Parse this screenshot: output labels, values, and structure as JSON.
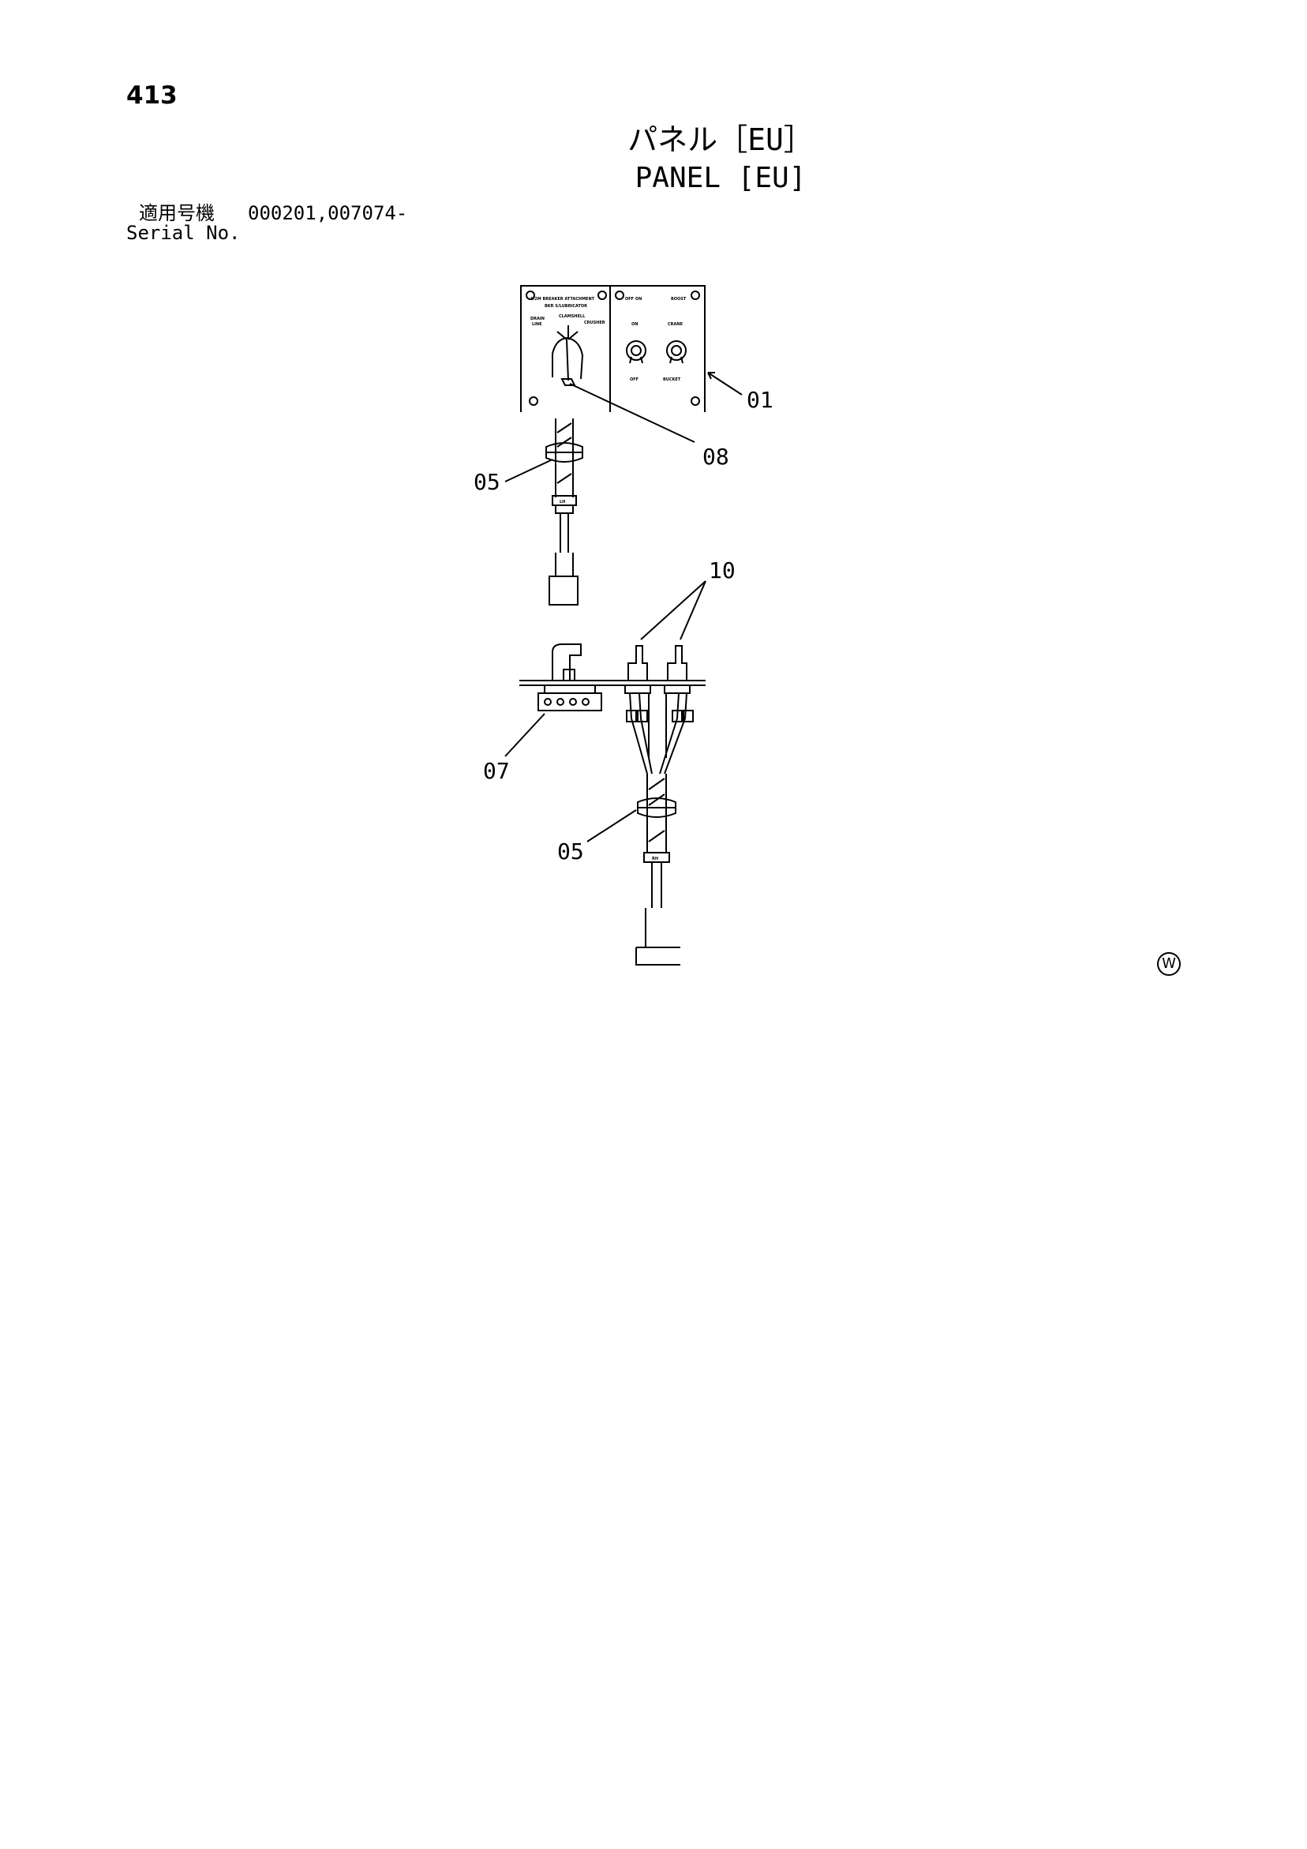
{
  "page_number": "413",
  "title_jp": "パネル［EU］",
  "title_en": "PANEL [EU]",
  "serial": {
    "label_jp": "適用号機",
    "value": "000201,007074-",
    "label_en": "Serial No."
  },
  "callouts": [
    "01",
    "08",
    "05",
    "10",
    "07",
    "05"
  ],
  "panel_labels": {
    "left_header_1": "1/2M    BREAKER    ATTACHMENT",
    "left_header_2": "BKR    S/LUBRICATOR",
    "sw_left": "DRAIN",
    "sw_left_2": "LINE",
    "sw_center": "CLAMSHELL",
    "sw_right": "CRUSHER",
    "right_header_1": "OFF   ON",
    "right_header_2": "BOOST",
    "toggle_1_top": "ON",
    "toggle_2_top": "CRANE",
    "toggle_1_bottom": "OFF",
    "toggle_2_bottom": "BUCKET",
    "cable_tag_1": "LH",
    "cable_tag_2": "RH"
  },
  "w_mark": "W"
}
